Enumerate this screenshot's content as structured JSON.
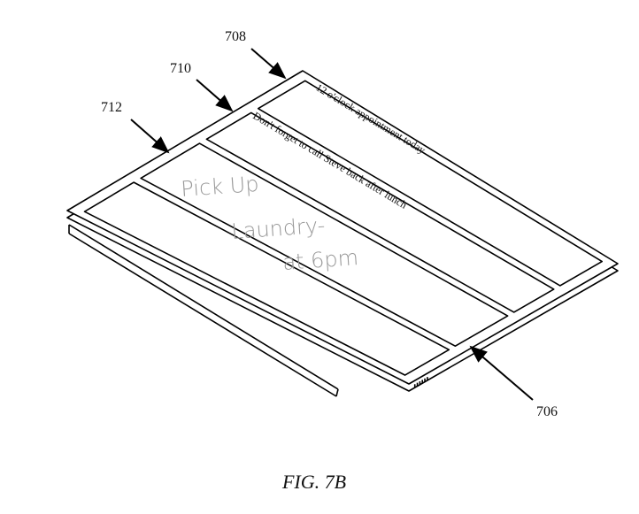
{
  "figure": {
    "caption": "FIG. 7B",
    "reference_labels": {
      "cover_section_top": "708",
      "cover_section_second": "710",
      "cover_section_third": "712",
      "device": "706"
    },
    "notes": {
      "section_708": "12 o'clock appointment today",
      "section_710": "Don't forget to call Steve back after lunch",
      "section_712_handwriting": [
        "Pick Up",
        "Laundry-",
        "at 6pm"
      ]
    }
  }
}
